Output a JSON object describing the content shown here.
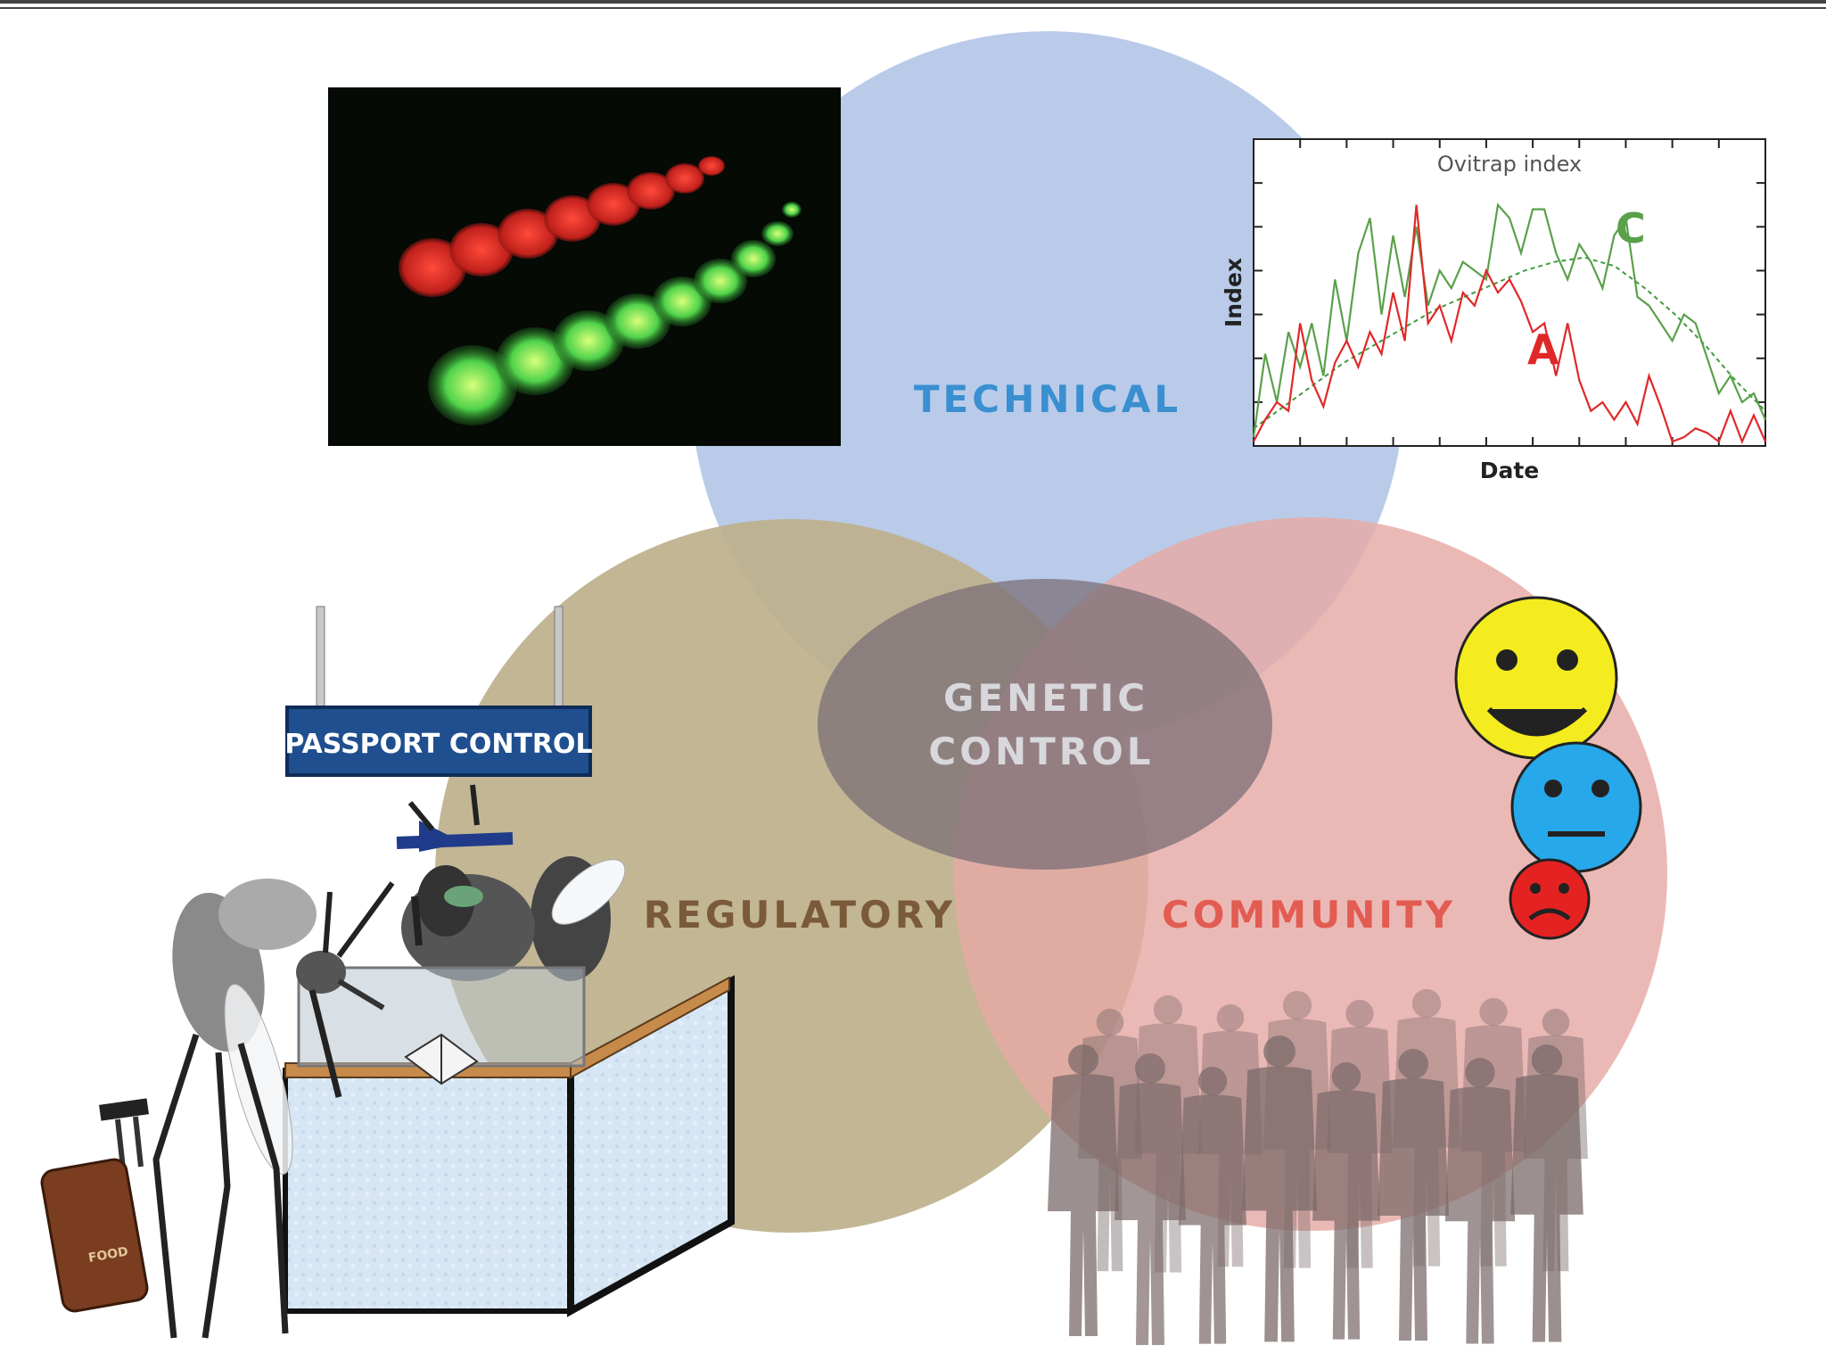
{
  "diagram": {
    "circles": {
      "technical": "TECHNICAL",
      "regulatory": "REGULATORY",
      "community": "COMMUNITY",
      "center_line1": "GENETIC",
      "center_line2": "CONTROL"
    },
    "sign": "PASSPORT CONTROL",
    "luggage_tag": "FOOD"
  },
  "colors": {
    "technical_fill": "#b9cbe9",
    "regulatory_fill": "#bdb08b",
    "community_fill": "#e6a9a5",
    "center_fill": "#7b6f77",
    "technical_text": "#3a8fd0",
    "regulatory_text": "#7a5a3a",
    "community_text": "#e25c52",
    "center_text": "#d8d8dc",
    "series_a": "#e02828",
    "series_c": "#5aa04a"
  },
  "chart_data": {
    "type": "line",
    "title": "Ovitrap index",
    "xlabel": "Date",
    "ylabel": "Index",
    "ylim": [
      0,
      7
    ],
    "xlim": [
      0,
      44
    ],
    "series": [
      {
        "name": "A",
        "values": [
          0.1,
          0.6,
          1.0,
          0.8,
          2.8,
          1.5,
          0.9,
          1.9,
          2.4,
          1.8,
          2.6,
          2.1,
          3.5,
          2.4,
          5.5,
          2.8,
          3.2,
          2.4,
          3.5,
          3.2,
          4.0,
          3.5,
          3.8,
          3.3,
          2.6,
          2.8,
          1.6,
          2.8,
          1.5,
          0.8,
          1.0,
          0.6,
          1.0,
          0.5,
          1.6,
          0.9,
          0.1,
          0.2,
          0.4,
          0.3,
          0.1,
          0.8,
          0.1,
          0.7,
          0.1
        ]
      },
      {
        "name": "C",
        "values": [
          0.2,
          2.1,
          1.0,
          2.6,
          1.8,
          2.8,
          1.6,
          3.8,
          2.4,
          4.4,
          5.2,
          3.0,
          4.8,
          3.4,
          5.0,
          3.2,
          4.0,
          3.6,
          4.2,
          4.0,
          3.8,
          5.5,
          5.2,
          4.4,
          5.4,
          5.4,
          4.4,
          3.8,
          4.6,
          4.2,
          3.6,
          4.8,
          5.2,
          3.4,
          3.2,
          2.8,
          2.4,
          3.0,
          2.8,
          2.0,
          1.2,
          1.6,
          1.0,
          1.2,
          0.6
        ]
      },
      {
        "name": "",
        "values": [
          0.4,
          0.9,
          1.4,
          1.9,
          2.3,
          2.7,
          3.1,
          3.4,
          3.7,
          4.0,
          4.2,
          4.3,
          4.1,
          3.6,
          3.0,
          2.3,
          1.5,
          0.8
        ]
      }
    ]
  }
}
